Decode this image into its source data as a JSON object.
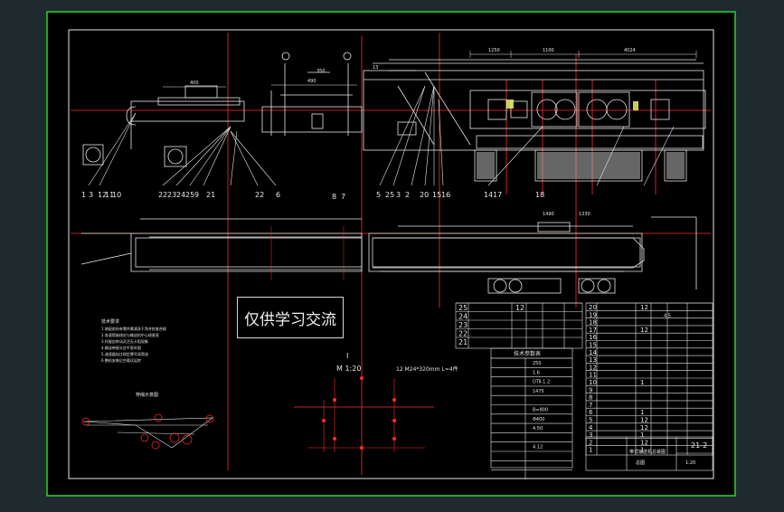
{
  "watermark": {
    "text": "仅供学习交流"
  },
  "colors": {
    "background": "#1f2a2e",
    "frame_outer": "#2fd22f",
    "paper": "#000000",
    "line": "#e6e6e6",
    "centerline": "#ff2b2b",
    "accent": "#ffff66"
  },
  "top_view": {
    "dim_labels": [
      "400",
      "490",
      "350",
      "1250",
      "1100",
      "4024",
      "13"
    ],
    "callouts": [
      "1",
      "3",
      "12",
      "11",
      "10",
      "22",
      "23",
      "24",
      "25",
      "9",
      "21",
      "22",
      "6",
      "5",
      "25",
      "3",
      "2",
      "20",
      "15",
      "16",
      "14",
      "17",
      "18"
    ]
  },
  "side_view": {
    "callouts": [
      "8",
      "7"
    ],
    "dim_labels": [
      "1490",
      "1330"
    ]
  },
  "notes": {
    "title": "技术要求",
    "lines": [
      "1.装配前所有零件需清洗干净并检查合格",
      "2.各滚筒轴线应与输送机中心线垂直",
      "3.托辊应转动灵活无卡阻现象",
      "4.输送带接头应平直牢固",
      "5.减速器加注规定牌号润滑油",
      "6.整机安装后空载试运转"
    ]
  },
  "rope_diagram": {
    "title": "穿绳示意图"
  },
  "detail_view": {
    "title": "I",
    "scale": "M 1:20",
    "bolt_label": "12 M24*320mm L=4件"
  },
  "spec_table": {
    "title": "技术参数表",
    "rows": [
      [
        "",
        "250"
      ],
      [
        "",
        "1.6"
      ],
      [
        "",
        "DTⅡ-1.2"
      ],
      [
        "",
        "1475"
      ],
      [
        "",
        ""
      ],
      [
        "",
        "B=800"
      ],
      [
        "",
        "Φ400"
      ],
      [
        "",
        "4.50"
      ],
      [
        "",
        ""
      ],
      [
        "",
        "4.12"
      ],
      [
        "",
        ""
      ],
      [
        "",
        ""
      ],
      [
        "",
        ""
      ]
    ]
  },
  "parts_mid": {
    "numbers": [
      "25",
      "24",
      "23",
      "22",
      "21"
    ],
    "qty": [
      "12",
      "",
      "",
      "",
      ""
    ]
  },
  "parts_right": {
    "numbers": [
      "20",
      "19",
      "18",
      "17",
      "16",
      "15",
      "14",
      "13",
      "12",
      "11",
      "10",
      "9",
      "8",
      "7",
      "6",
      "5",
      "4",
      "3",
      "2",
      "1"
    ],
    "qty": [
      "12",
      "",
      "",
      "12",
      "",
      "",
      "",
      "",
      "",
      "",
      "1",
      "",
      "",
      "",
      "1",
      "12",
      "12",
      "1",
      "12",
      "1"
    ],
    "marks": [
      "",
      "4.5",
      "",
      "",
      "",
      "",
      "",
      "",
      "",
      "",
      "",
      "",
      "",
      "",
      "",
      "",
      "",
      "",
      "",
      ""
    ]
  },
  "title_block": {
    "drawing_name": "带式输送机总装图",
    "drawing_no": "21-2",
    "sub": "总图",
    "scale_note": "1:20"
  }
}
